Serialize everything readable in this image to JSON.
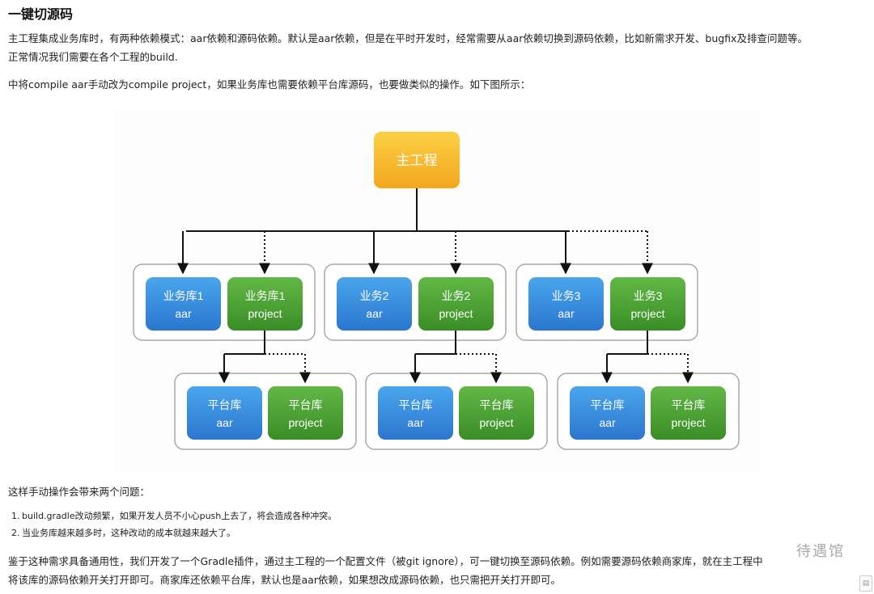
{
  "article": {
    "heading": "一键切源码",
    "paragraph1": "主工程集成业务库时，有两种依赖模式：aar依赖和源码依赖。默认是aar依赖，但是在平时开发时，经常需要从aar依赖切换到源码依赖，比如新需求开发、bugfix及排查问题等。正常情况我们需要在各个工程的build.",
    "paragraph1_line1": "主工程集成业务库时，有两种依赖模式：aar依赖和源码依赖。默认是aar依赖，但是在平时开发时，经常需要从aar依赖切换到源码依赖，比如新需求开发、bugfix及排查问题等。",
    "paragraph1_line2": "正常情况我们需要在各个工程的build.",
    "paragraph2": "中将compile aar手动改为compile project，如果业务库也需要依赖平台库源码，也要做类似的操作。如下图所示：",
    "paragraph3": "这样手动操作会带来两个问题：",
    "issues": [
      {
        "num": "1.",
        "text": "build.gradle改动频繁，如果开发人员不小心push上去了，将会造成各种冲突。"
      },
      {
        "num": "2.",
        "text": "当业务库越来越多时，这种改动的成本就越来越大了。"
      }
    ],
    "paragraph4_line1": "鉴于这种需求具备通用性，我们开发了一个Gradle插件，通过主工程的一个配置文件（被git ignore），可一键切换至源码依赖。例如需要源码依赖商家库，就在主工程中",
    "paragraph4_line2": "将该库的源码依赖开关打开即可。商家库还依赖平台库，默认也是aar依赖，如果想改成源码依赖，也只需把开关打开即可。",
    "watermark": "待遇馆"
  },
  "diagram": {
    "root": "主工程",
    "groups": [
      {
        "aar": [
          "业务库1",
          "aar"
        ],
        "project": [
          "业务库1",
          "project"
        ],
        "platform_aar": [
          "平台库",
          "aar"
        ],
        "platform_project": [
          "平台库",
          "project"
        ]
      },
      {
        "aar": [
          "业务2",
          "aar"
        ],
        "project": [
          "业务2",
          "project"
        ],
        "platform_aar": [
          "平台库",
          "aar"
        ],
        "platform_project": [
          "平台库",
          "project"
        ]
      },
      {
        "aar": [
          "业务3",
          "aar"
        ],
        "project": [
          "业务3",
          "project"
        ],
        "platform_aar": [
          "平台库",
          "aar"
        ],
        "platform_project": [
          "平台库",
          "project"
        ]
      }
    ],
    "colors": {
      "root_top": "#fbd046",
      "root_bottom": "#f4a61c",
      "aar_top": "#4aa6ec",
      "aar_bottom": "#2b76cf",
      "project_top": "#62b846",
      "project_bottom": "#3a8d26",
      "frame_stroke": "#a9a9a9",
      "line": "#111111"
    }
  }
}
